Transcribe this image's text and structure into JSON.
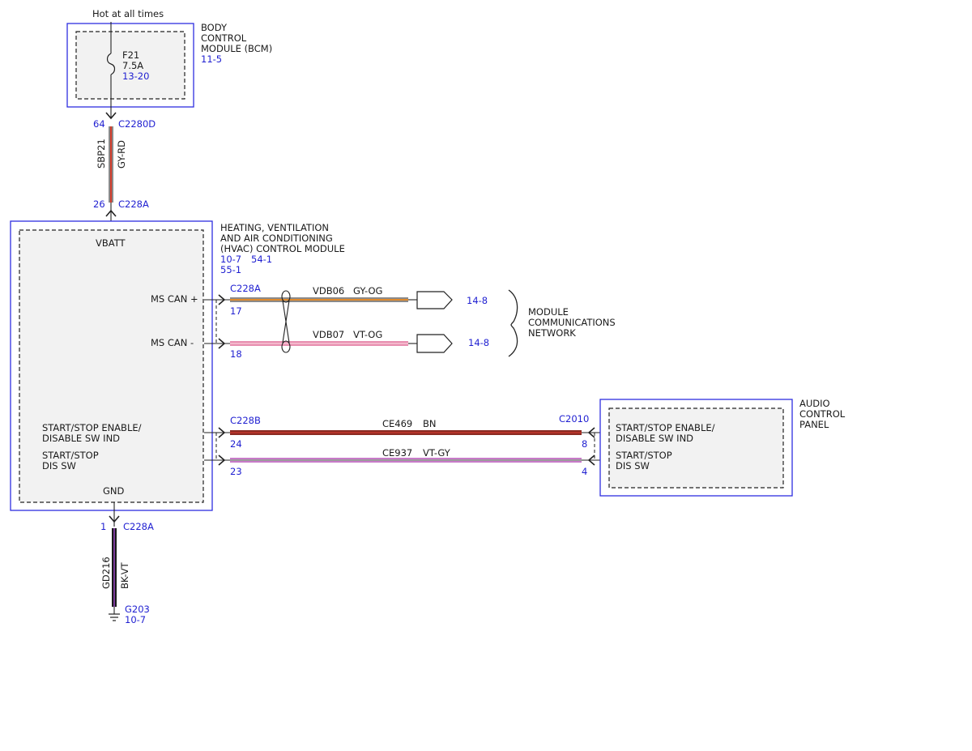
{
  "colors": {
    "module_border": "#2e2ee0",
    "module_fill": "#f2f2f2",
    "ref_text": "#1f1fd1",
    "wire_gy_rd": [
      "#8a8a8a",
      "#d23b2a"
    ],
    "wire_gy_og": [
      "#8a8a8a",
      "#e08a2c"
    ],
    "wire_vt_og": [
      "#e88fb0",
      "#f4b8cc"
    ],
    "wire_bn": [
      "#8b2a22",
      "#b5332a"
    ],
    "wire_vt_gy": [
      "#c77ac8",
      "#9b9b9b"
    ],
    "wire_bk_vt": [
      "#1a1a1a",
      "#7a3a9a"
    ]
  },
  "power": {
    "label": "Hot at all times"
  },
  "bcm": {
    "name_lines": [
      "BODY",
      "CONTROL",
      "MODULE (BCM)"
    ],
    "ref": "11-5",
    "fuse": {
      "name": "F21",
      "rating": "7.5A",
      "ref": "13-20"
    },
    "connector": "C2280D",
    "pin": "64"
  },
  "feed_wire": {
    "circuit": "SBP21",
    "color": "GY-RD"
  },
  "hvac": {
    "name_lines": [
      "HEATING, VENTILATION",
      "AND AIR CONDITIONING",
      "(HVAC) CONTROL MODULE"
    ],
    "refs_row1": [
      "10-7",
      "54-1"
    ],
    "refs_row2": [
      "55-1"
    ],
    "vbatt_connector": "C228A",
    "vbatt_pin": "26",
    "vbatt_label": "VBATT",
    "ms_can_plus": "MS CAN +",
    "ms_can_minus": "MS CAN -",
    "can_connector": "C228A",
    "can_plus_pin": "17",
    "can_minus_pin": "18",
    "ss_enable_lines": [
      "START/STOP ENABLE/",
      "DISABLE SW IND"
    ],
    "ss_dis_lines": [
      "START/STOP",
      "DIS SW"
    ],
    "ss_connector": "C228B",
    "ss_enable_pin": "24",
    "ss_dis_pin": "23",
    "gnd_label": "GND",
    "gnd_connector": "C228A",
    "gnd_pin": "1"
  },
  "can_wires": [
    {
      "circuit": "VDB06",
      "color": "GY-OG",
      "ref": "14-8"
    },
    {
      "circuit": "VDB07",
      "color": "VT-OG",
      "ref": "14-8"
    }
  ],
  "network": {
    "name_lines": [
      "MODULE",
      "COMMUNICATIONS",
      "NETWORK"
    ]
  },
  "ss_wires": [
    {
      "circuit": "CE469",
      "color": "BN"
    },
    {
      "circuit": "CE937",
      "color": "VT-GY"
    }
  ],
  "audio": {
    "name_lines": [
      "AUDIO",
      "CONTROL",
      "PANEL"
    ],
    "connector": "C2010",
    "enable_pin": "8",
    "dis_pin": "4",
    "ss_enable_lines": [
      "START/STOP ENABLE/",
      "DISABLE SW IND"
    ],
    "ss_dis_lines": [
      "START/STOP",
      "DIS SW"
    ]
  },
  "ground_wire": {
    "circuit": "GD216",
    "color": "BK-VT"
  },
  "ground": {
    "name": "G203",
    "ref": "10-7"
  }
}
